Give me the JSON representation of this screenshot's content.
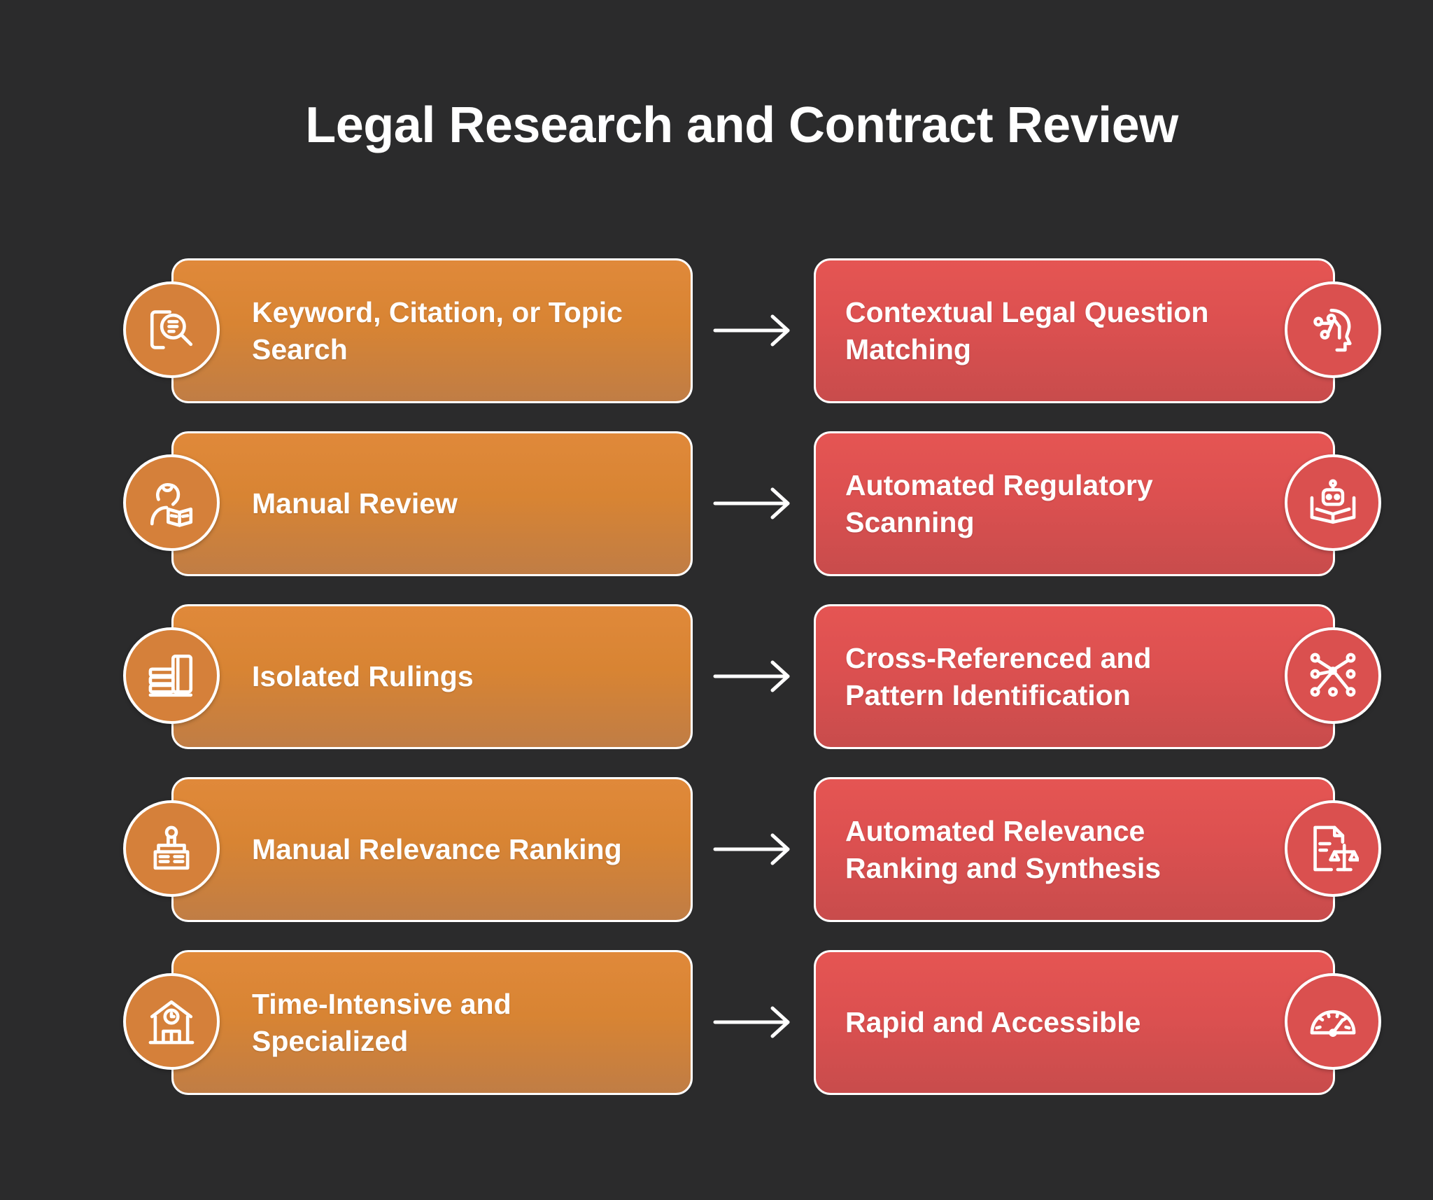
{
  "title": "Legal Research and Contract Review",
  "colors": {
    "background": "#2b2b2c",
    "left_card": "#d88433",
    "right_card": "#dc5050",
    "outline": "#ffffff"
  },
  "rows": [
    {
      "left": {
        "label": "Keyword, Citation, or Topic Search",
        "icon": "document-search-icon"
      },
      "right": {
        "label": "Contextual Legal Question Matching",
        "icon": "brain-network-icon"
      }
    },
    {
      "left": {
        "label": "Manual Review",
        "icon": "person-reading-book-icon"
      },
      "right": {
        "label": "Automated Regulatory Scanning",
        "icon": "robot-book-icon"
      }
    },
    {
      "left": {
        "label": "Isolated Rulings",
        "icon": "stacked-documents-icon"
      },
      "right": {
        "label": "Cross-Referenced and Pattern Identification",
        "icon": "network-nodes-icon"
      }
    },
    {
      "left": {
        "label": "Manual Relevance Ranking",
        "icon": "hand-stamp-icon"
      },
      "right": {
        "label": "Automated Relevance Ranking and Synthesis",
        "icon": "document-scales-icon"
      }
    },
    {
      "left": {
        "label": "Time-Intensive and Specialized",
        "icon": "clock-building-icon"
      },
      "right": {
        "label": "Rapid and Accessible",
        "icon": "speedometer-icon"
      }
    }
  ]
}
